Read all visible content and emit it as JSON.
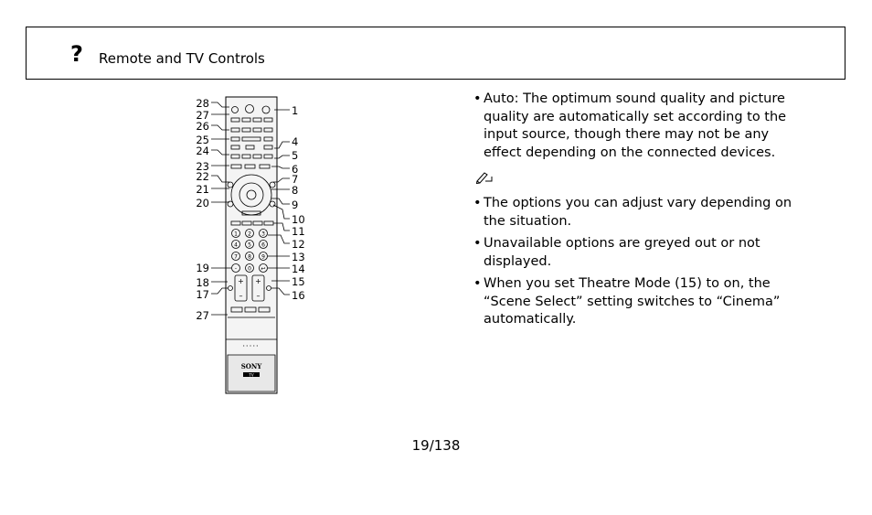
{
  "header": {
    "title": "Remote and TV Controls",
    "icon": "question-icon"
  },
  "remote": {
    "brand": "SONY",
    "sub_brand": "TV",
    "left_callouts": [
      "28",
      "27",
      "26",
      "25",
      "24",
      "23",
      "22",
      "21",
      "20",
      "19",
      "18",
      "17",
      "27"
    ],
    "right_callouts": [
      "1",
      "4",
      "5",
      "6",
      "7",
      "8",
      "9",
      "10",
      "11",
      "12",
      "13",
      "14",
      "15",
      "16"
    ],
    "keypad": [
      "1",
      "2",
      "3",
      "4",
      "5",
      "6",
      "7",
      "8",
      "9",
      "-",
      "0",
      "↩"
    ],
    "rocker_symbols": [
      "+",
      "–"
    ]
  },
  "content": {
    "bullets_top": [
      "Auto: The optimum sound quality and picture quality are automatically set according to the input source, though there may not be any effect depending on the connected devices."
    ],
    "note_icon": "pencil-note-icon",
    "bullets_bottom": [
      "The options you can adjust vary depending on the situation.",
      "Unavailable options are greyed out or not displayed.",
      "When you set Theatre Mode (15) to on, the “Scene Select” setting switches to “Cinema” automatically."
    ]
  },
  "footer": {
    "page": "19/138"
  }
}
